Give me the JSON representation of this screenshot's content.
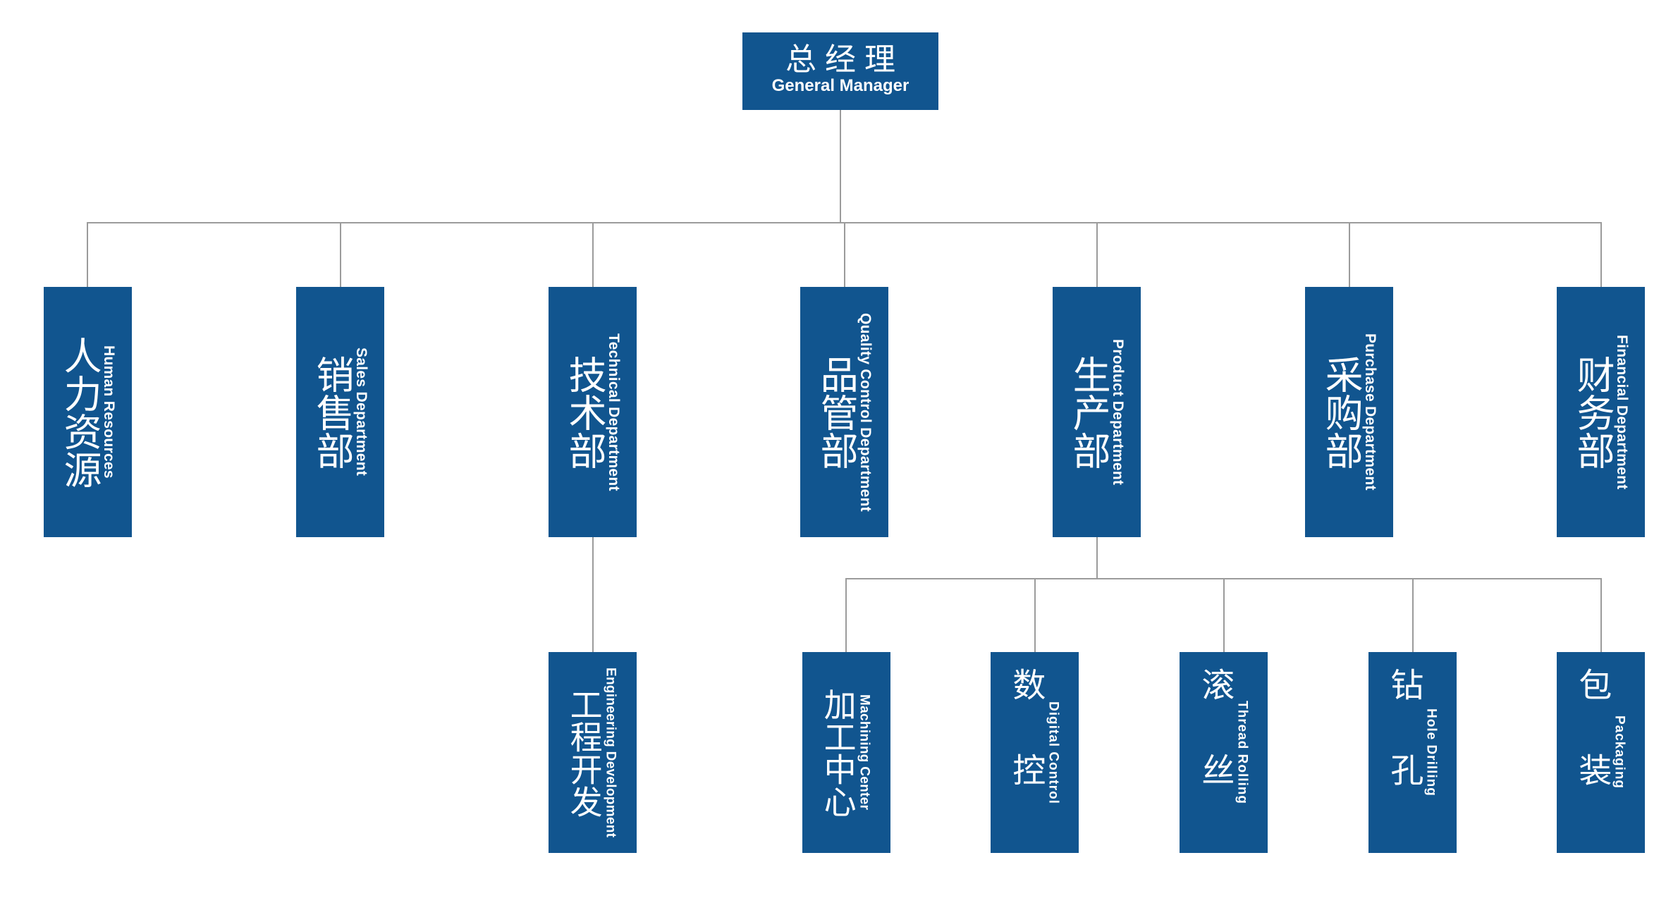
{
  "meta": {
    "title": "Organization Chart",
    "box_color": "#11558F",
    "line_color": "#9b9b9b",
    "text_color": "#ffffff",
    "background": "#ffffff"
  },
  "root": {
    "cn": "总经理",
    "en": "General Manager"
  },
  "departments": [
    {
      "cn": "人力资源",
      "en": "Human Resources"
    },
    {
      "cn": "销售部",
      "en": "Sales Department"
    },
    {
      "cn": "技术部",
      "en": "Technical Department"
    },
    {
      "cn": "品管部",
      "en": "Quality Control Department"
    },
    {
      "cn": "生产部",
      "en": "Product Department"
    },
    {
      "cn": "采购部",
      "en": "Purchase Department"
    },
    {
      "cn": "财务部",
      "en": "Financial Department"
    }
  ],
  "technical_children": [
    {
      "cn": "工程开发",
      "en": "Engineering Development"
    }
  ],
  "production_children": [
    {
      "cn": "加工中心",
      "en": "Machining Center"
    },
    {
      "cn": "数控",
      "en": "Digital Control"
    },
    {
      "cn": "滚丝",
      "en": "Thread Rolling"
    },
    {
      "cn": "钻孔",
      "en": "Hole Drilling"
    },
    {
      "cn": "包装",
      "en": "Packaging"
    }
  ]
}
